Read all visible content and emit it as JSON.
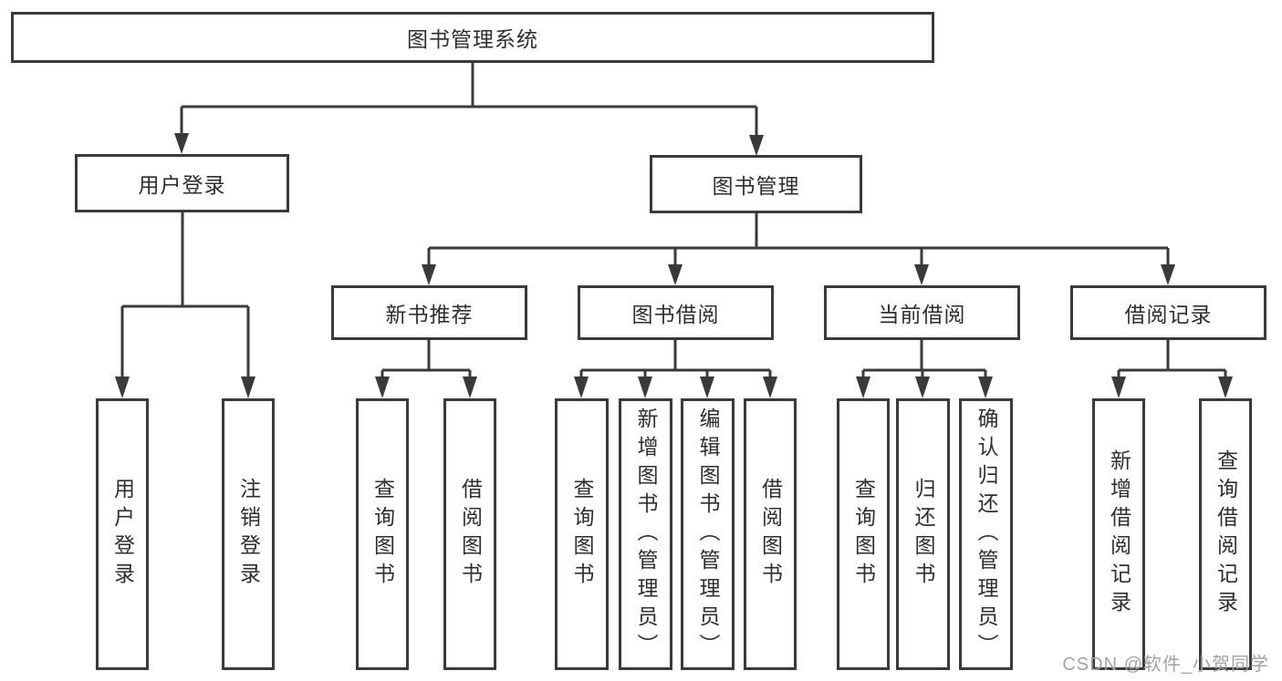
{
  "colors": {
    "background": "#ffffff",
    "line": "#3a3a3a",
    "border": "#3a3a3a",
    "text": "#2e2e2e",
    "watermark": "#a3a3a3"
  },
  "watermark": "CSDN @软件_小贺同学",
  "tree": {
    "root": "图书管理系统",
    "children": [
      {
        "label": "用户登录",
        "children": [
          {
            "label": "用户登录"
          },
          {
            "label": "注销登录"
          }
        ]
      },
      {
        "label": "图书管理",
        "children": [
          {
            "label": "新书推荐",
            "children": [
              {
                "label": "查询图书"
              },
              {
                "label": "借阅图书"
              }
            ]
          },
          {
            "label": "图书借阅",
            "children": [
              {
                "label": "查询图书"
              },
              {
                "label": "新增图书（管理员）"
              },
              {
                "label": "编辑图书（管理员）"
              },
              {
                "label": "借阅图书"
              }
            ]
          },
          {
            "label": "当前借阅",
            "children": [
              {
                "label": "查询图书"
              },
              {
                "label": "归还图书"
              },
              {
                "label": "确认归还（管理员）"
              }
            ]
          },
          {
            "label": "借阅记录",
            "children": [
              {
                "label": "新增借阅记录"
              },
              {
                "label": "查询借阅记录"
              }
            ]
          }
        ]
      }
    ]
  }
}
